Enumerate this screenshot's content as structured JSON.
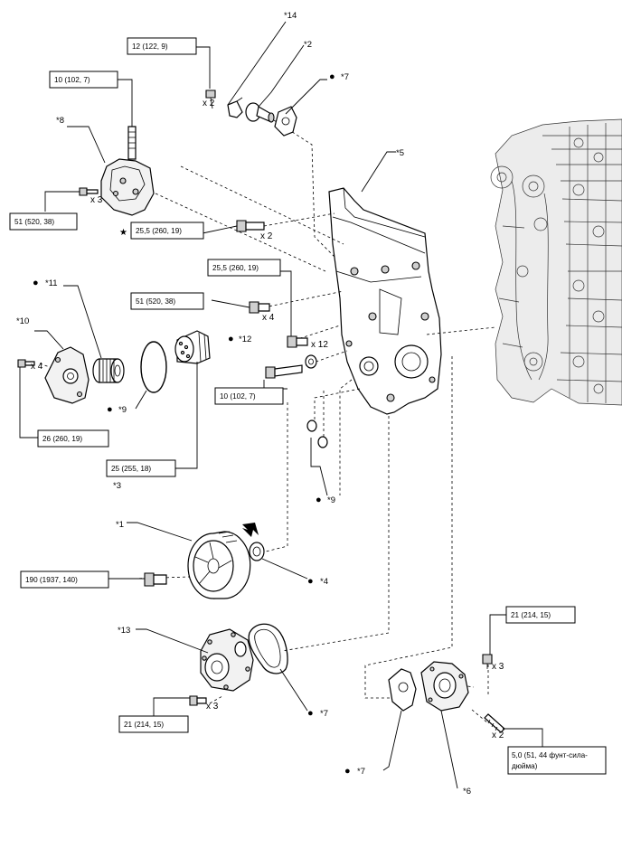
{
  "torque_specs": {
    "spec_12": "12 (122, 9)",
    "spec_10_top": "10 (102, 7)",
    "spec_51_bracket": "51 (520, 38)",
    "spec_25_5_star": "25,5 (260, 19)",
    "spec_25_5_mid": "25,5 (260, 19)",
    "spec_51_cover": "51 (520, 38)",
    "spec_10_mid": "10 (102, 7)",
    "spec_26": "26 (260, 19)",
    "spec_25": "25 (255, 18)",
    "spec_190": "190 (1937, 140)",
    "spec_21_pump": "21 (214, 15)",
    "spec_21_outlet": "21 (214, 15)",
    "spec_5_line1": "5,0 (51, 44 фунт-сила-",
    "spec_5_line2": "дюйма)"
  },
  "callouts": {
    "c14": "*14",
    "c2": "*2",
    "c7_top": "*7",
    "c8": "*8",
    "c5": "*5",
    "c11": "*11",
    "c10": "*10",
    "c12": "*12",
    "c9_left": "*9",
    "c3": "*3",
    "c9_right": "*9",
    "c1": "*1",
    "c4": "*4",
    "c13": "*13",
    "c7_pump": "*7",
    "c7_bottom": "*7",
    "c6": "*6"
  },
  "quantities": {
    "q_x2_top": "x 2",
    "q_x3_bracket": "x 3",
    "q_x2_star": "x 2",
    "q_x4_cover": "x 4",
    "q_x12": "x 12",
    "q_x4_filter": "x 4",
    "q_x3_pump": "x 3",
    "q_x3_outlet": "x 3",
    "q_x2_stud": "x 2"
  },
  "markers": {
    "bullet": "●",
    "star": "★"
  }
}
